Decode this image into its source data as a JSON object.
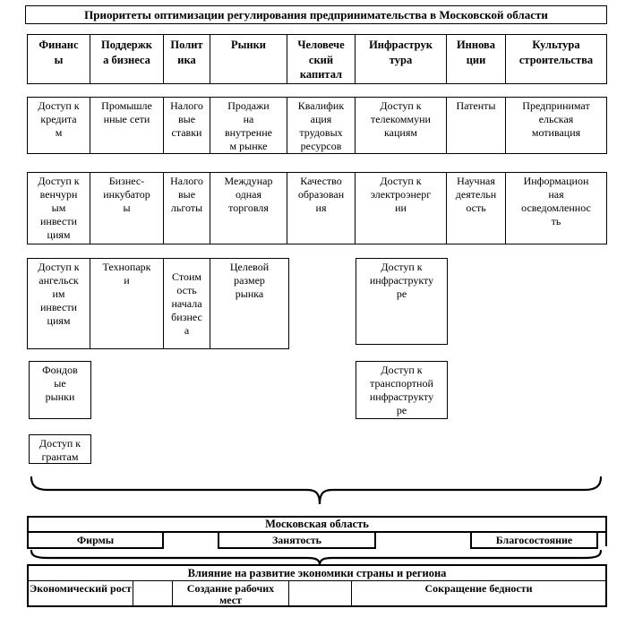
{
  "title": "Приоритеты оптимизации регулирования предпринимательства в Московской области",
  "colors": {
    "border": "#000000",
    "text": "#000000",
    "background": "#ffffff"
  },
  "pillars": [
    "Финанс\nы",
    "Поддержк\nа бизнеса",
    "Полит\nика",
    "Рынки",
    "Человече\nский\nкапитал",
    "Инфраструк\nтура",
    "Иннова\nции",
    "Культура\nстроительства"
  ],
  "row1": [
    "Доступ к\nкредита\nм",
    "Промышле\nнные сети",
    "Налого\nвые\nставки",
    "Продажи\nна\nвнутренне\nм рынке",
    "Квалифик\nация\nтрудовых\nресурсов",
    "Доступ к\nтелекоммуни\nкациям",
    "Патенты",
    "Предпринимат\nельская\nмотивация"
  ],
  "row2": [
    "Доступ к\nвенчурн\nым\nинвести\nциям",
    "Бизнес-\nинкубатор\nы",
    "Налого\nвые\nльготы",
    "Междунар\nодная\nторговля",
    "Качество\nобразован\nия",
    "Доступ к\nэлектроэнерг\nии",
    "Научная\nдеятельн\nость",
    "Информацион\nная\nосведомленнос\nть"
  ],
  "row3": [
    "Доступ к\nангельск\nим\nинвести\nциям",
    "Технопарк\nи",
    "Стоим\nость\nначала\nбизнес\nа",
    "Целевой\nразмер\nрынка",
    "Доступ к\nинфраструкту\nре"
  ],
  "row4": [
    "Фондов\nые\nрынки",
    "Доступ к\nтранспортной\nинфраструкту\nре"
  ],
  "row5": [
    "Доступ к\nгрантам"
  ],
  "region": {
    "title": "Московская область",
    "outcomes": [
      "Фирмы",
      "Занятость",
      "Благосостояние"
    ]
  },
  "impact": {
    "title": "Влияние на развитие экономики страны и региона",
    "outcomes": [
      "Экономический рост",
      "Создание рабочих\nмест",
      "Сокращение бедности"
    ]
  }
}
